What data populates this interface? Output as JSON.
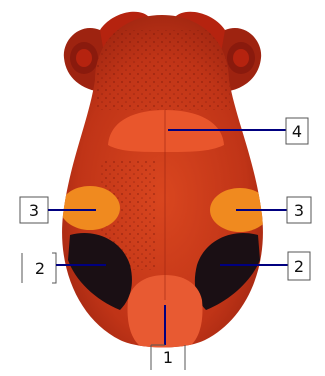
{
  "diagram": {
    "subject": "tongue",
    "colors": {
      "background": "#ffffff",
      "tongue_base": "#c53a1a",
      "tongue_dark": "#8a1a0d",
      "root_region": "#b5230f",
      "tip_region": "#e85a32",
      "back_region": "#e9562c",
      "side_region": "#f08a1f",
      "dark_band": "#1a0f14",
      "line": "#000080",
      "box_border": "#555555"
    },
    "callouts": [
      {
        "id": "back",
        "label": "4"
      },
      {
        "id": "left-side",
        "label": "3"
      },
      {
        "id": "right-side",
        "label": "3"
      },
      {
        "id": "left-edge",
        "label": "2"
      },
      {
        "id": "right-edge",
        "label": "2"
      },
      {
        "id": "tip",
        "label": "1"
      }
    ]
  }
}
